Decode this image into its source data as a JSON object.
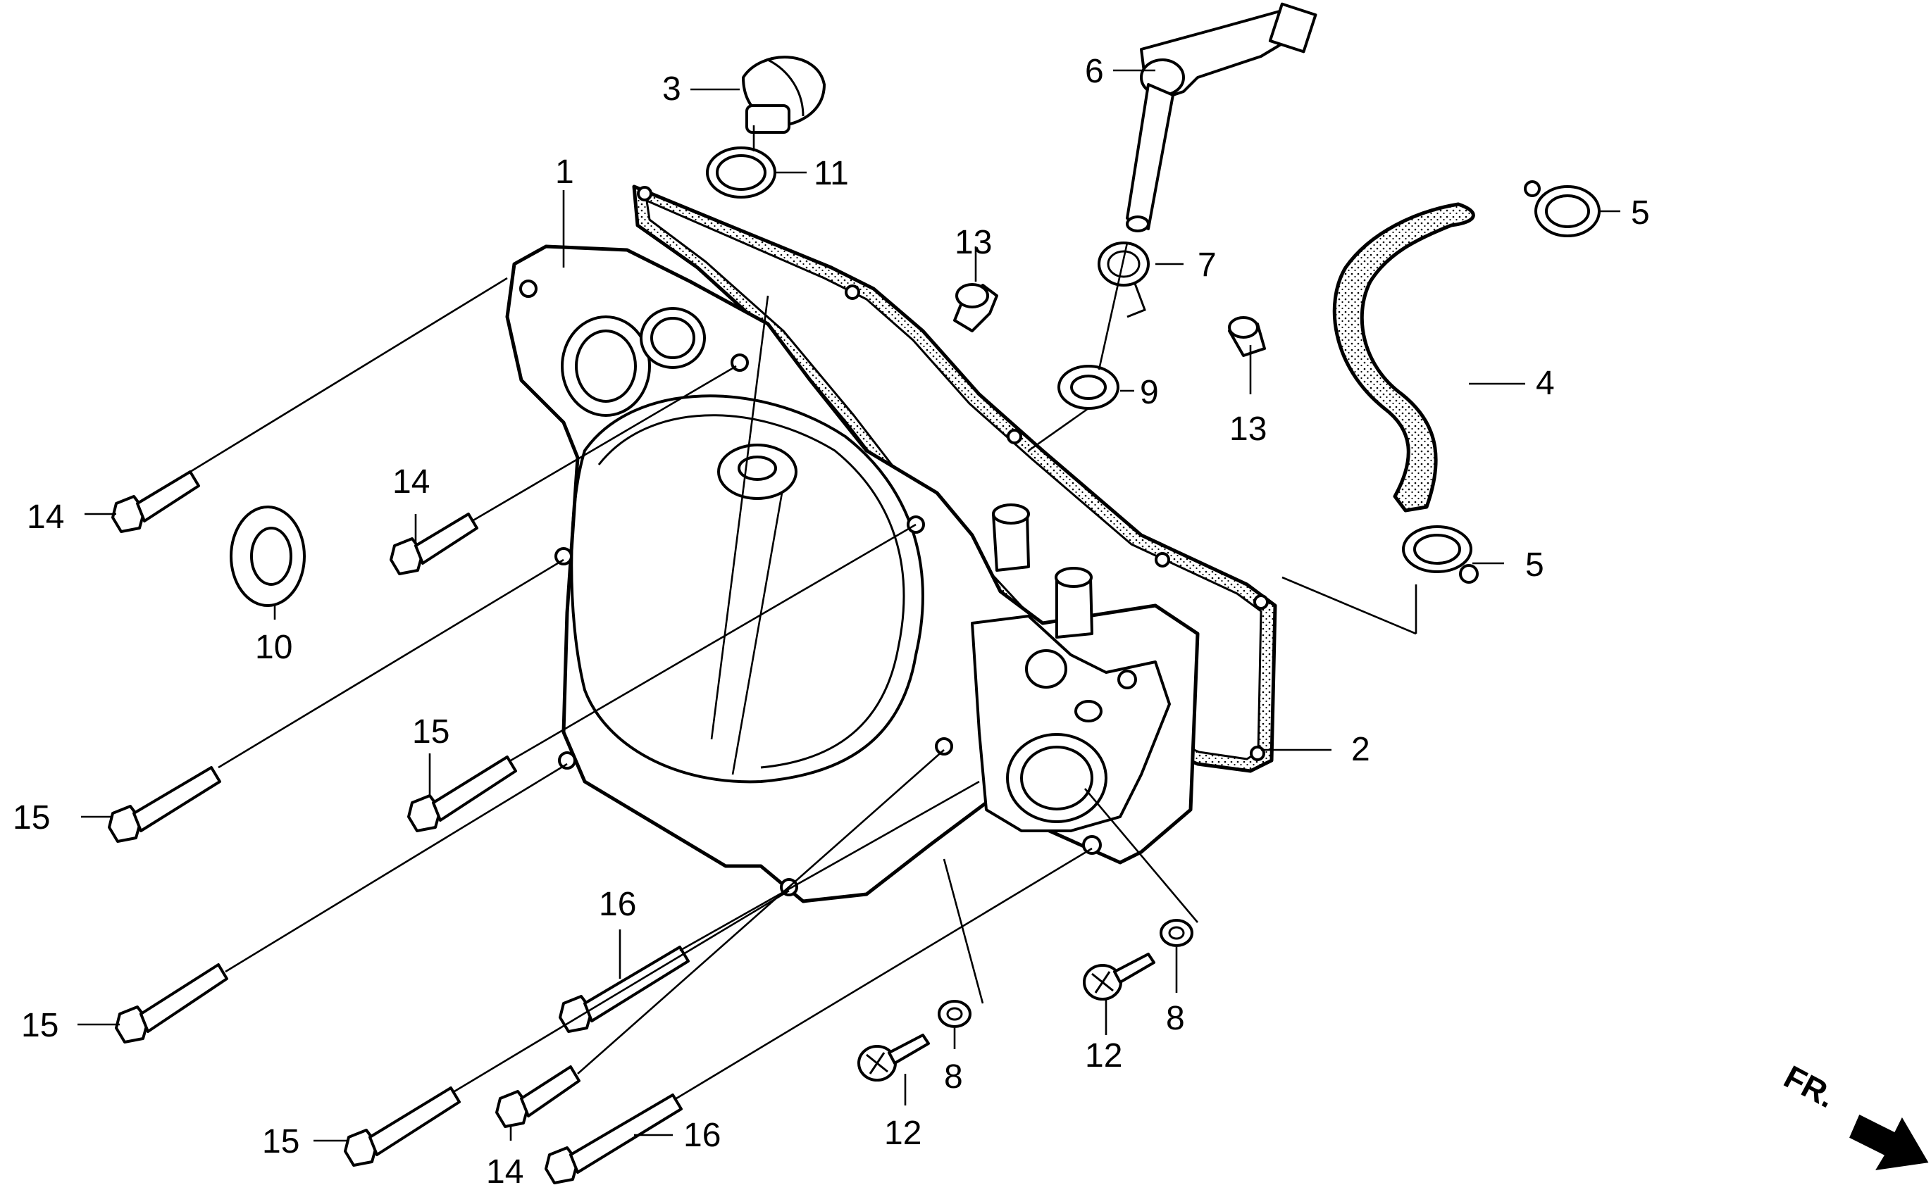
{
  "labels": {
    "l1": "1",
    "l2": "2",
    "l3": "3",
    "l4": "4",
    "l5a": "5",
    "l5b": "5",
    "l6": "6",
    "l7": "7",
    "l8a": "8",
    "l8b": "8",
    "l9": "9",
    "l10": "10",
    "l11": "11",
    "l12a": "12",
    "l12b": "12",
    "l13a": "13",
    "l13b": "13",
    "l14a": "14",
    "l14b": "14",
    "l14c": "14",
    "l15a": "15",
    "l15b": "15",
    "l15c": "15",
    "l15d": "15",
    "l16a": "16",
    "l16b": "16"
  },
  "front_marker": "FR.",
  "colors": {
    "ink": "#000000",
    "paper": "#ffffff"
  }
}
